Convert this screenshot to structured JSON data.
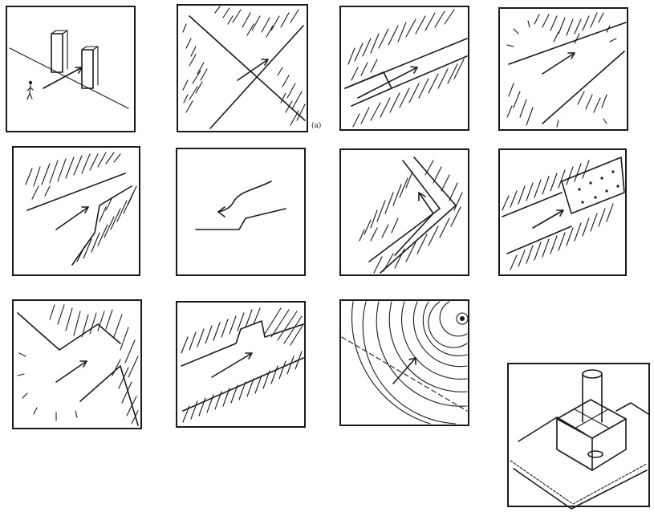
{
  "figure": {
    "marker_label": "(a)",
    "ink_color": "#1a1a1a",
    "background": "#ffffff"
  },
  "panels": [
    {
      "id": "two-pillars-path",
      "hatch": "none"
    },
    {
      "id": "crossing-path",
      "hatch": "wedges"
    },
    {
      "id": "threshold-path",
      "hatch": "dense"
    },
    {
      "id": "open-crossing",
      "hatch": "corners"
    },
    {
      "id": "bend-path",
      "hatch": "masses"
    },
    {
      "id": "step-path",
      "hatch": "none"
    },
    {
      "id": "chevron-path",
      "hatch": "chevron"
    },
    {
      "id": "dotted-band-path",
      "hatch": "bands"
    },
    {
      "id": "corner-opening",
      "hatch": "mass"
    },
    {
      "id": "gate-path",
      "hatch": "bands"
    },
    {
      "id": "contour-path",
      "hatch": "none"
    },
    {
      "id": "pillar-on-plinth",
      "hatch": "none"
    }
  ]
}
